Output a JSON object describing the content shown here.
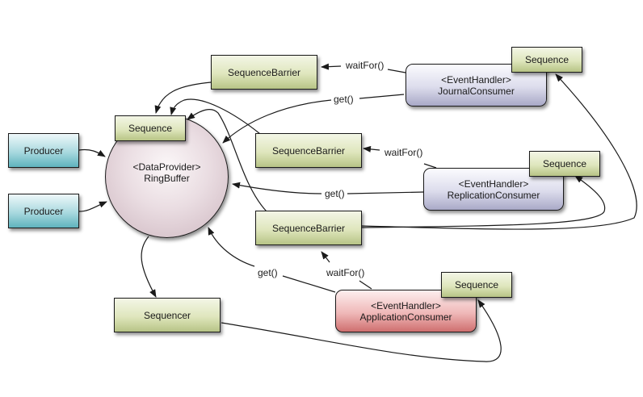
{
  "diagram": {
    "title": "Disruptor RingBuffer consumer dependency diagram",
    "nodes": {
      "producer_1": {
        "label": "Producer"
      },
      "producer_2": {
        "label": "Producer"
      },
      "ring_buffer": {
        "stereotype": "<DataProvider>",
        "label": "RingBuffer"
      },
      "ring_sequence": {
        "label": "Sequence"
      },
      "sequencer": {
        "label": "Sequencer"
      },
      "barrier_top": {
        "label": "SequenceBarrier"
      },
      "barrier_mid": {
        "label": "SequenceBarrier"
      },
      "barrier_low": {
        "label": "SequenceBarrier"
      },
      "journal_consumer": {
        "stereotype": "<EventHandler>",
        "label": "JournalConsumer"
      },
      "journal_sequence": {
        "label": "Sequence"
      },
      "replication_consumer": {
        "stereotype": "<EventHandler>",
        "label": "ReplicationConsumer"
      },
      "replication_sequence": {
        "label": "Sequence"
      },
      "application_consumer": {
        "stereotype": "<EventHandler>",
        "label": "ApplicationConsumer"
      },
      "application_sequence": {
        "label": "Sequence"
      }
    },
    "edge_labels": {
      "journal_waitfor": "waitFor()",
      "journal_get": "get()",
      "replication_waitfor": "waitFor()",
      "replication_get": "get()",
      "application_waitfor": "waitFor()",
      "application_get": "get()"
    },
    "colors": {
      "sequence_fill": "#dfe6bd",
      "producer_fill": "#a9d9df",
      "consumer_fill": "#dcdcec",
      "application_fill": "#efb8b8",
      "ringbuffer_fill": "#eadde2",
      "line": "#1a1a1a"
    }
  }
}
